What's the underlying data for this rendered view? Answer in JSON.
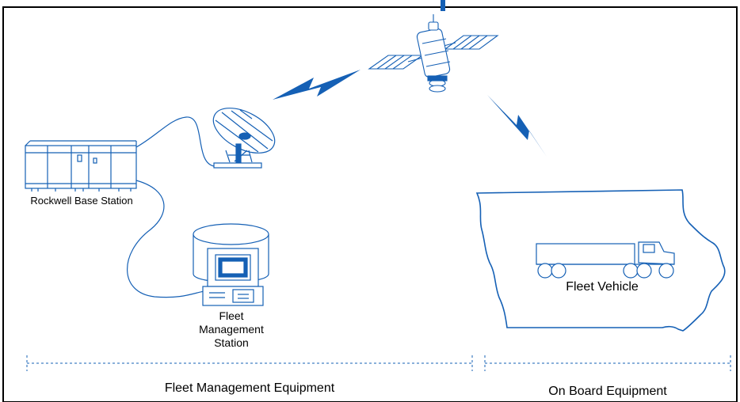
{
  "labels": {
    "base_station": "Rockwell Base Station",
    "fleet_station_line1": "Fleet",
    "fleet_station_line2": "Management",
    "fleet_station_line3": "Station",
    "fleet_vehicle": "Fleet Vehicle",
    "fleet_equipment": "Fleet Management Equipment",
    "onboard_equipment": "On Board Equipment"
  },
  "colors": {
    "accent": "#1560b5",
    "line": "#1560b5",
    "frame": "#000000"
  }
}
